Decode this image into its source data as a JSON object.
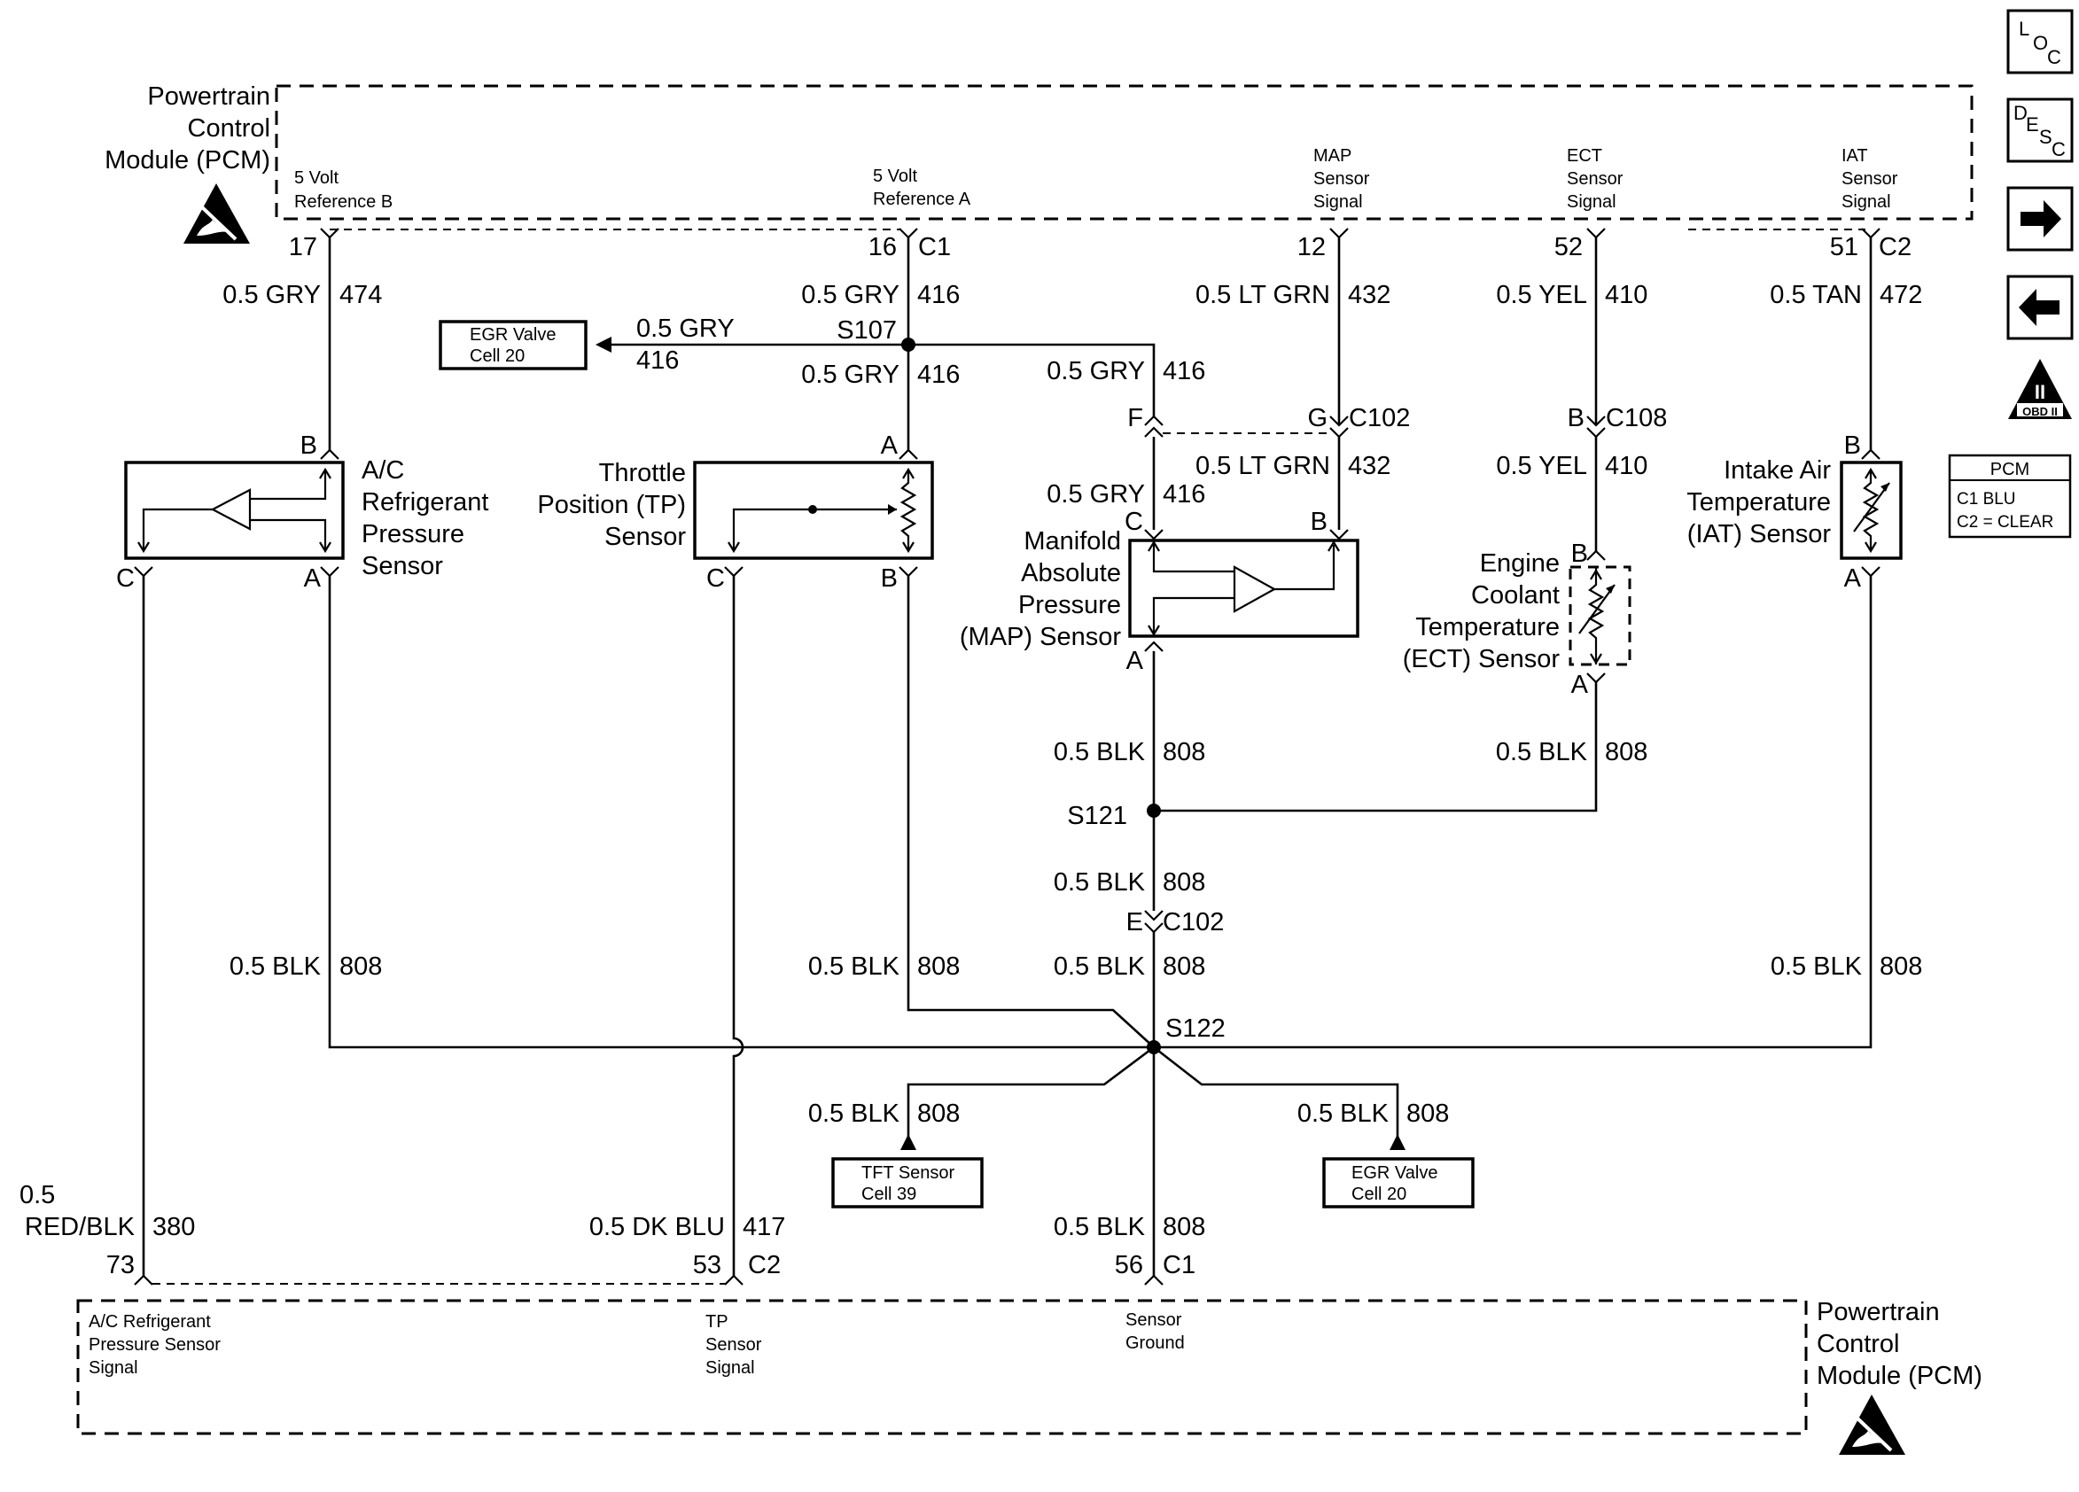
{
  "pcm_top": {
    "label": [
      "Powertrain",
      "Control",
      "Module (PCM)"
    ],
    "pins": {
      "ref_b": [
        "5 Volt",
        "Reference B"
      ],
      "ref_a": [
        "5 Volt",
        "Reference A"
      ],
      "map": [
        "MAP",
        "Sensor",
        "Signal"
      ],
      "ect": [
        "ECT",
        "Sensor",
        "Signal"
      ],
      "iat": [
        "IAT",
        "Sensor",
        "Signal"
      ]
    }
  },
  "pcm_bottom": {
    "label": [
      "Powertrain",
      "Control",
      "Module (PCM)"
    ],
    "pins": {
      "ac": [
        "A/C Refrigerant",
        "Pressure Sensor",
        "Signal"
      ],
      "tp": [
        "TP",
        "Sensor",
        "Signal"
      ],
      "ground": [
        "Sensor",
        "Ground"
      ]
    }
  },
  "terminals": {
    "t17": "17",
    "t16": "16",
    "c1_top": "C1",
    "t12": "12",
    "t52": "52",
    "t51": "51",
    "c2_top": "C2",
    "t73": "73",
    "t53": "53",
    "c2_bot": "C2",
    "t56": "56",
    "c1_bot": "C1"
  },
  "wires": {
    "w474": {
      "color": "0.5 GRY",
      "circuit": "474"
    },
    "w416_top": {
      "color": "0.5 GRY",
      "circuit": "416"
    },
    "w416_egr": {
      "color": "0.5 GRY",
      "circuit": "416"
    },
    "w416_tp": {
      "color": "0.5 GRY",
      "circuit": "416"
    },
    "w416_branch": {
      "color": "0.5 GRY",
      "circuit": "416"
    },
    "w416_map": {
      "color": "0.5 GRY",
      "circuit": "416"
    },
    "w432_top": {
      "color": "0.5 LT GRN",
      "circuit": "432"
    },
    "w432_map": {
      "color": "0.5 LT GRN",
      "circuit": "432"
    },
    "w410_top": {
      "color": "0.5 YEL",
      "circuit": "410"
    },
    "w410_ect": {
      "color": "0.5 YEL",
      "circuit": "410"
    },
    "w472": {
      "color": "0.5 TAN",
      "circuit": "472"
    },
    "w808_map": {
      "color": "0.5 BLK",
      "circuit": "808"
    },
    "w808_ect": {
      "color": "0.5 BLK",
      "circuit": "808"
    },
    "w808_s121": {
      "color": "0.5 BLK",
      "circuit": "808"
    },
    "w808_ac": {
      "color": "0.5 BLK",
      "circuit": "808"
    },
    "w808_tp": {
      "color": "0.5 BLK",
      "circuit": "808"
    },
    "w808_mid": {
      "color": "0.5 BLK",
      "circuit": "808"
    },
    "w808_iat": {
      "color": "0.5 BLK",
      "circuit": "808"
    },
    "w808_tft": {
      "color": "0.5 BLK",
      "circuit": "808"
    },
    "w808_egr": {
      "color": "0.5 BLK",
      "circuit": "808"
    },
    "w808_gnd": {
      "color": "0.5 BLK",
      "circuit": "808"
    },
    "w380": {
      "color_line1": "0.5",
      "color_line2": "RED/BLK",
      "circuit": "380"
    },
    "w417": {
      "color": "0.5 DK BLU",
      "circuit": "417"
    }
  },
  "splices": {
    "s107": "S107",
    "s121": "S121",
    "s122": "S122"
  },
  "connectors": {
    "c102_top": {
      "pin_f": "F",
      "pin_g": "G",
      "name": "C102"
    },
    "c108": {
      "pin_b": "B",
      "name": "C108"
    },
    "c102_bot": {
      "pin_e": "E",
      "name": "C102"
    }
  },
  "sensors": {
    "ac": {
      "label": [
        "A/C",
        "Refrigerant",
        "Pressure",
        "Sensor"
      ],
      "pin_b": "B",
      "pin_c": "C",
      "pin_a": "A"
    },
    "tp": {
      "label": [
        "Throttle",
        "Position (TP)",
        "Sensor"
      ],
      "pin_a": "A",
      "pin_c": "C",
      "pin_b": "B"
    },
    "map": {
      "label": [
        "Manifold",
        "Absolute",
        "Pressure",
        "(MAP) Sensor"
      ],
      "pin_c": "C",
      "pin_b": "B",
      "pin_a": "A"
    },
    "ect": {
      "label": [
        "Engine",
        "Coolant",
        "Temperature",
        "(ECT) Sensor"
      ],
      "pin_b": "B",
      "pin_a": "A"
    },
    "iat": {
      "label": [
        "Intake Air",
        "Temperature",
        "(IAT) Sensor"
      ],
      "pin_b": "B",
      "pin_a": "A"
    }
  },
  "refs": {
    "egr_top": [
      "EGR Valve",
      "Cell 20"
    ],
    "tft": [
      "TFT Sensor",
      "Cell 39"
    ],
    "egr_bot": [
      "EGR Valve",
      "Cell 20"
    ]
  },
  "legend": {
    "title": "PCM",
    "c1": "C1   BLU",
    "c2": "C2 = CLEAR"
  },
  "nav": {
    "loc": [
      "L",
      "O",
      "C"
    ],
    "desc": [
      "D",
      "E",
      "S",
      "C"
    ],
    "next_icon": "arrow-right",
    "prev_icon": "arrow-left",
    "obd": {
      "roman": "II",
      "text": "OBD II"
    }
  }
}
